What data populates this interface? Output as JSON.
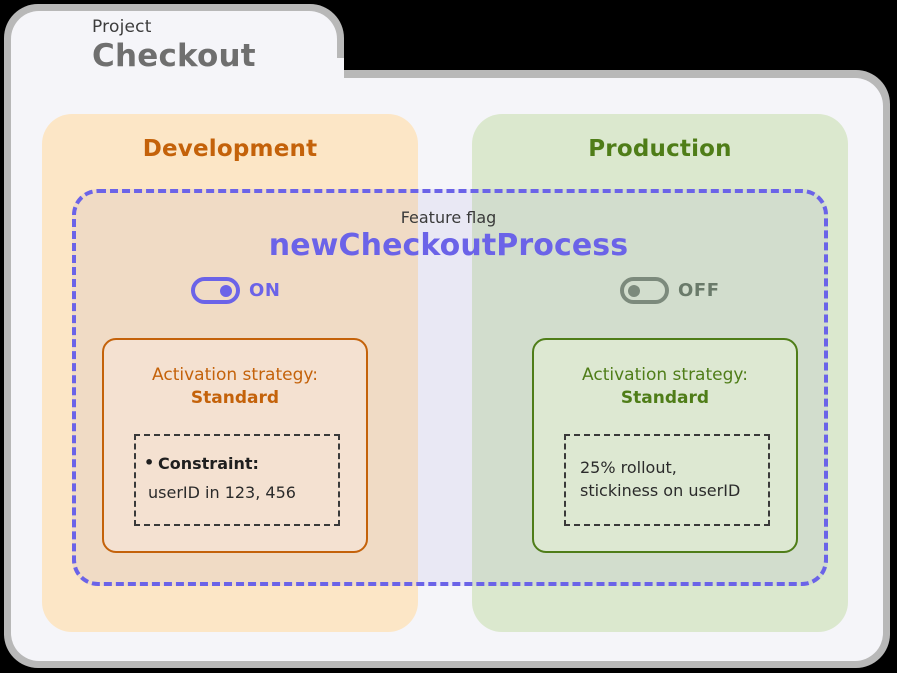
{
  "project": {
    "kicker": "Project",
    "name": "Checkout"
  },
  "feature_flag": {
    "kicker": "Feature flag",
    "name": "newCheckoutProcess",
    "accent_color": "#6b63e8"
  },
  "environments": [
    {
      "id": "development",
      "title": "Development",
      "accent_color": "#c4620a",
      "panel_color": "#fce6c6",
      "toggle": {
        "state": "ON",
        "enabled": true
      },
      "strategy": {
        "label": "Activation strategy:",
        "value": "Standard",
        "details": {
          "type": "constraint",
          "bullet_label": "Constraint:",
          "value": "userID in 123, 456"
        }
      }
    },
    {
      "id": "production",
      "title": "Production",
      "accent_color": "#4f7d18",
      "panel_color": "#dbe8ce",
      "toggle": {
        "state": "OFF",
        "enabled": false
      },
      "strategy": {
        "label": "Activation strategy:",
        "value": "Standard",
        "details": {
          "type": "rollout",
          "line1": "25% rollout,",
          "line2": "stickiness on userID"
        }
      }
    }
  ]
}
